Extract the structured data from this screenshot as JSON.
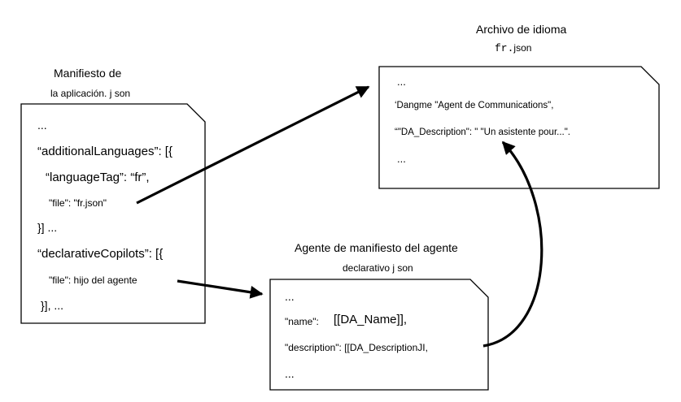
{
  "lang_file": {
    "caption": "Archivo de idioma",
    "filename_mono": "fr.",
    "filename_rest": "json",
    "lines": [
      "...",
      "‘Dangme \"Agent de Communications\",",
      "“\"DA_Description\": \" \"Un asistente pour...\".",
      "..."
    ]
  },
  "app_manifest": {
    "caption_line1": "Manifiesto de",
    "caption_line2": "la aplicación. j son",
    "lines": [
      "...",
      "“additionalLanguages”: [{",
      "“languageTag”: “fr”,",
      "\"file\": \"fr.json\"",
      "}] ...",
      "“declarativeCopilots”: [{",
      "\"file\": hijo del agente",
      "}], ..."
    ]
  },
  "agent_manifest": {
    "caption_line1": "Agente de manifiesto del agente",
    "caption_line2": "declarativo j son",
    "lines": [
      "...",
      "\"name\":",
      "[[DA_Name]],",
      "\"description\": [[DA_DescriptionJI,",
      "..."
    ]
  }
}
